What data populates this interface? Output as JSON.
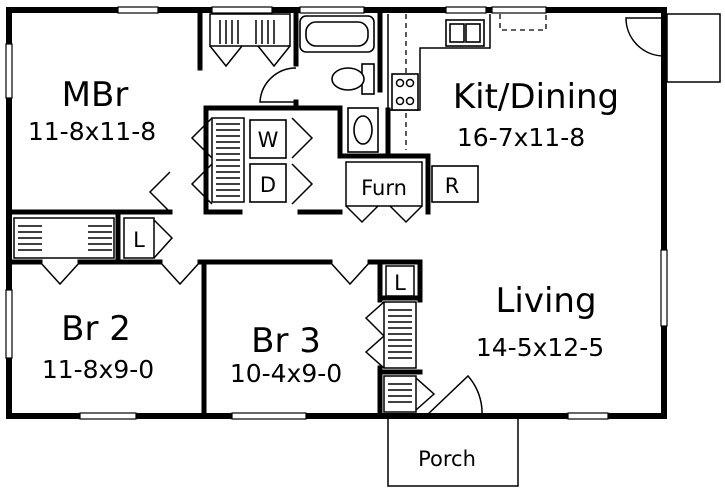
{
  "rooms": {
    "mbr": {
      "name": "MBr",
      "dims": "11-8x11-8"
    },
    "kitchen": {
      "name": "Kit/Dining",
      "dims": "16-7x11-8"
    },
    "br2": {
      "name": "Br 2",
      "dims": "11-8x9-0"
    },
    "br3": {
      "name": "Br 3",
      "dims": "10-4x9-0"
    },
    "living": {
      "name": "Living",
      "dims": "14-5x12-5"
    }
  },
  "labels": {
    "washer": "W",
    "dryer": "D",
    "furnace": "Furn",
    "refrigerator": "R",
    "linen_1": "L",
    "linen_2": "L",
    "porch": "Porch"
  }
}
